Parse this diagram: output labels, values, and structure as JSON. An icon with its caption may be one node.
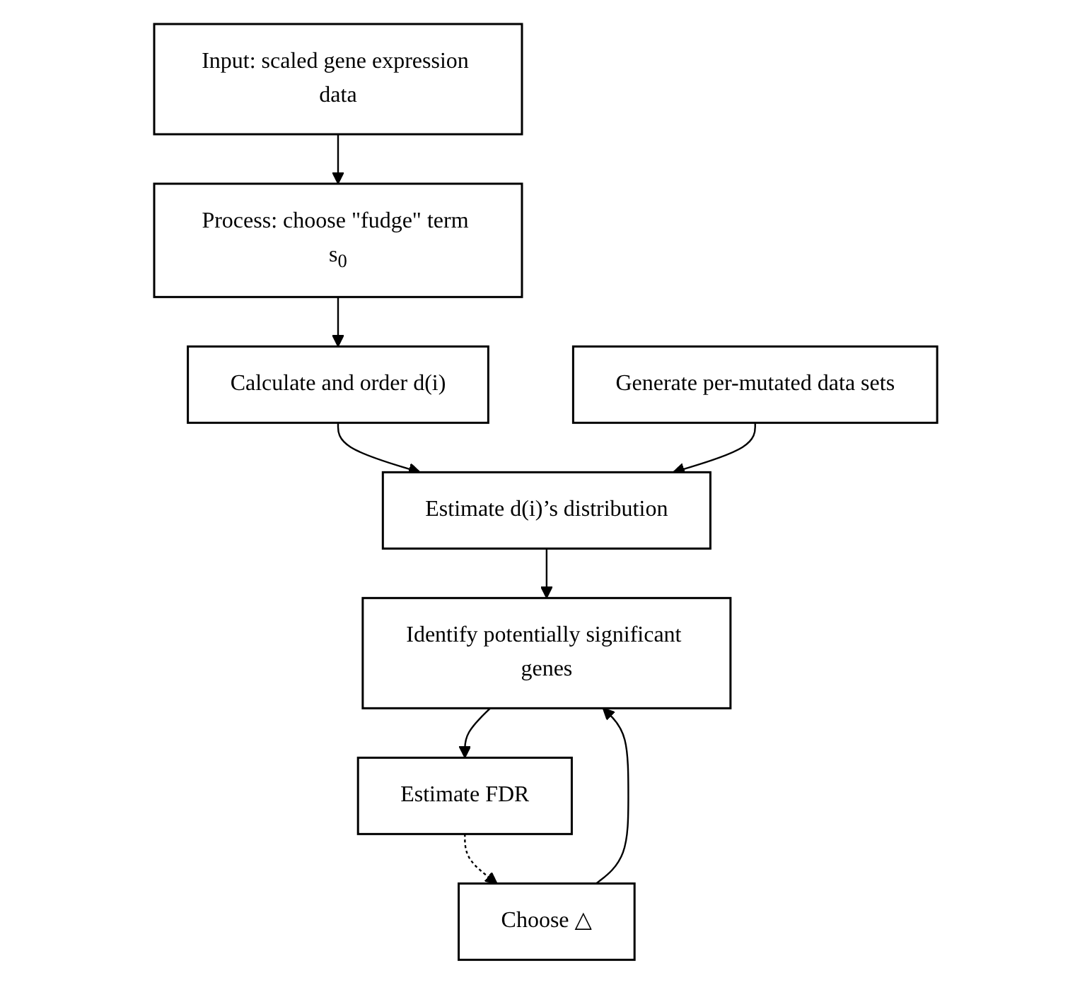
{
  "diagram": {
    "nodes": [
      {
        "text": [
          "Input: scaled gene expression data"
        ]
      },
      {
        "text": [
          "Process: choose \"fudge\" term s$_{0}$"
        ]
      },
      {
        "text": [
          "Calculate and order d(i)"
        ]
      },
      {
        "text": [
          "Generate per-mutated data sets"
        ]
      },
      {
        "text": [
          "Estimate d(i)’s distribution"
        ]
      },
      {
        "text": [
          "Identify potentially significant genes"
        ]
      },
      {
        "text": [
          "Choose △"
        ]
      },
      {
        "text": [
          "Estimate FDR"
        ]
      }
    ],
    "edges": [
      {
        "from": 0,
        "to": 1,
        "arrow": "to"
      },
      {
        "from": 1,
        "to": 2,
        "arrow": "to"
      },
      {
        "from": 2,
        "to": 4,
        "arrow": "to"
      },
      {
        "from": 3,
        "to": 4,
        "arrow": "to"
      },
      {
        "from": 4,
        "to": 5,
        "arrow": "to"
      },
      {
        "from": 6,
        "to": 5,
        "arrow": "to"
      },
      {
        "from": 5,
        "to": 7,
        "arrow": "to"
      },
      {
        "from": 7,
        "to": 6,
        "arrow": "to",
        "style": "dashed"
      }
    ]
  }
}
